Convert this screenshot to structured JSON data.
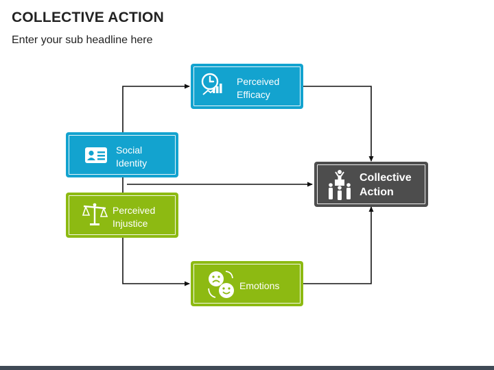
{
  "header": {
    "title": "COLLECTIVE ACTION",
    "subtitle": "Enter your sub headline here"
  },
  "nodes": {
    "efficacy": {
      "label": "Perceived\nEfficacy",
      "icon": "clock-growth-chart-icon"
    },
    "identity": {
      "label": "Social\nIdentity",
      "icon": "id-card-icon"
    },
    "injustice": {
      "label": "Perceived\nInjustice",
      "icon": "balance-scale-icon"
    },
    "emotions": {
      "label": "Emotions",
      "icon": "sad-happy-faces-icon"
    },
    "action": {
      "label": "Collective\nAction",
      "icon": "people-leader-icon"
    }
  },
  "colors": {
    "blue": "#13a3cf",
    "green": "#8dba12",
    "dark": "#4d4d4d",
    "bottom_bar": "#3f4a56"
  }
}
